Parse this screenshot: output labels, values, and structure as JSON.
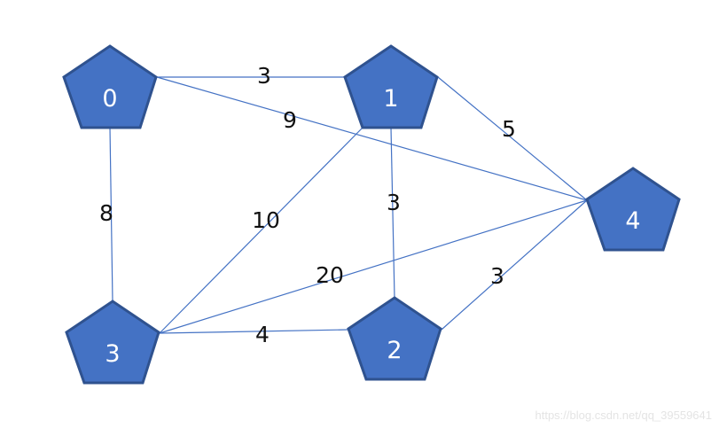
{
  "graph": {
    "node_color": "#4472C4",
    "node_border": "#2F528F",
    "edge_color": "#4472C4",
    "nodes": [
      "0",
      "1",
      "2",
      "3",
      "4"
    ],
    "edges": [
      {
        "from": "0",
        "to": "1",
        "weight": "3"
      },
      {
        "from": "0",
        "to": "4",
        "weight": "9"
      },
      {
        "from": "0",
        "to": "3",
        "weight": "8"
      },
      {
        "from": "1",
        "to": "4",
        "weight": "5"
      },
      {
        "from": "1",
        "to": "3",
        "weight": "10"
      },
      {
        "from": "1",
        "to": "2",
        "weight": "3"
      },
      {
        "from": "3",
        "to": "4",
        "weight": "20"
      },
      {
        "from": "3",
        "to": "2",
        "weight": "4"
      },
      {
        "from": "2",
        "to": "4",
        "weight": "3"
      }
    ]
  },
  "watermark": "https://blog.csdn.net/qq_39559641"
}
